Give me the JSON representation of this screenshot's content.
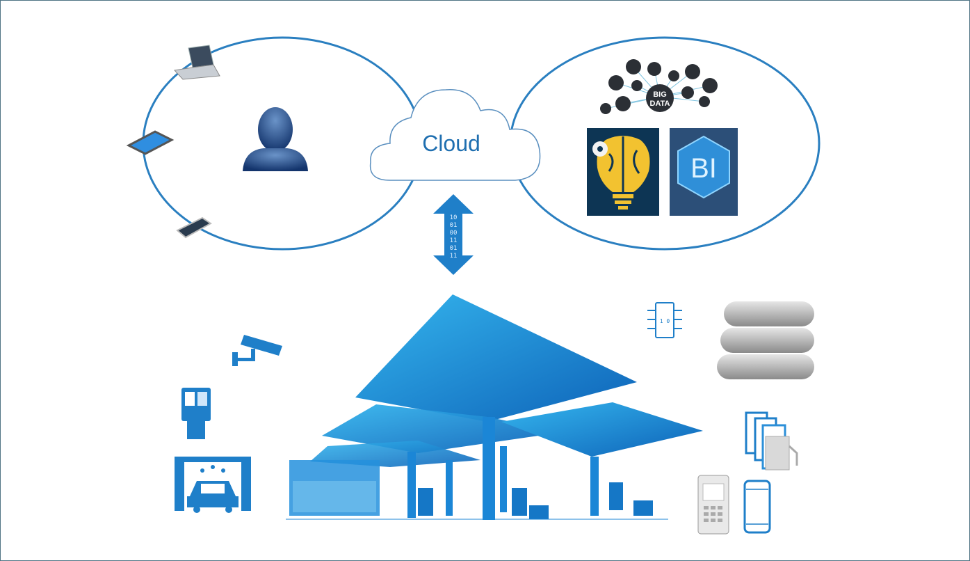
{
  "cloud": {
    "label": "Cloud"
  },
  "data_link": {
    "binary": [
      "10",
      "01",
      "00",
      "11",
      "01",
      "11"
    ]
  },
  "big_data": {
    "line1": "BIG",
    "line2": "DATA"
  },
  "bi_tile": {
    "label": "BI"
  },
  "chip": {
    "label": "1 0"
  },
  "colors": {
    "primary": "#1f7fc9",
    "ellipse": "#2a7fc0",
    "frame": "#4f7384",
    "brain_bg": "#0d3554",
    "brain": "#f2c230"
  }
}
